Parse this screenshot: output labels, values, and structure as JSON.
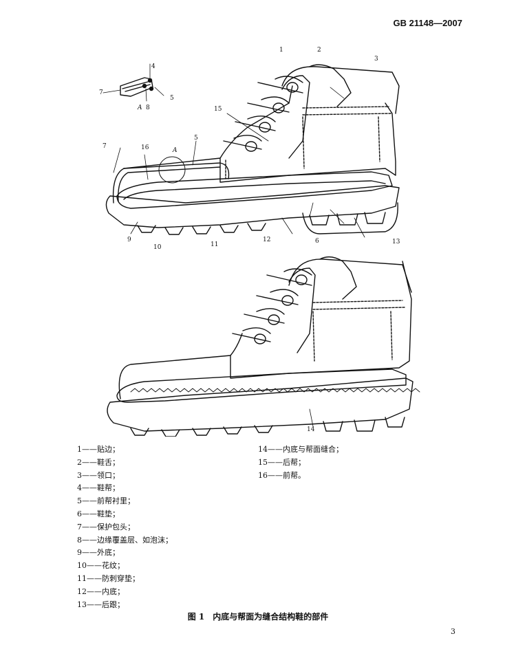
{
  "header": {
    "standard_code": "GB 21148—2007"
  },
  "figure": {
    "callouts": [
      "1",
      "2",
      "3",
      "4",
      "5",
      "6",
      "7",
      "8",
      "9",
      "10",
      "11",
      "12",
      "13",
      "14",
      "15",
      "16"
    ],
    "detail_label": "A"
  },
  "legend": {
    "left": [
      "1——贴边；",
      "2——鞋舌；",
      "3——领口；",
      "4——鞋帮；",
      "5——前帮衬里；",
      "6——鞋垫；",
      "7——保护包头；",
      "8——边缘覆盖层、如泡沫；",
      "9——外底；",
      "10——花纹；",
      "11——防刺穿垫；",
      "12——内底；",
      "13——后跟；"
    ],
    "right": [
      "14——内底与帮面缝合；",
      "15——后帮；",
      "16——前帮。"
    ]
  },
  "caption": "图 1　内底与帮面为缝合结构鞋的部件",
  "page_number": "3"
}
